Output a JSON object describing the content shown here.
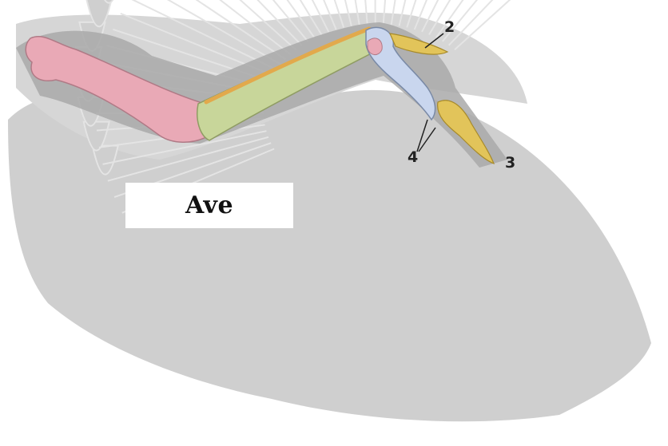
{
  "diagram": {
    "label": "Ave",
    "callouts": [
      {
        "id": "2",
        "text": "2"
      },
      {
        "id": "3",
        "text": "3"
      },
      {
        "id": "4",
        "text": "4"
      }
    ],
    "colors": {
      "feather": "#cfcfcf",
      "feather_edge": "#e4e4e4",
      "wing_shadow": "#a9a9a9",
      "humerus": "#e9a9b6",
      "radius_ulna": "#c8d69a",
      "radius_stripe": "#e2a94c",
      "carpal": "#c9d6ee",
      "digits": "#e2c45a"
    }
  }
}
